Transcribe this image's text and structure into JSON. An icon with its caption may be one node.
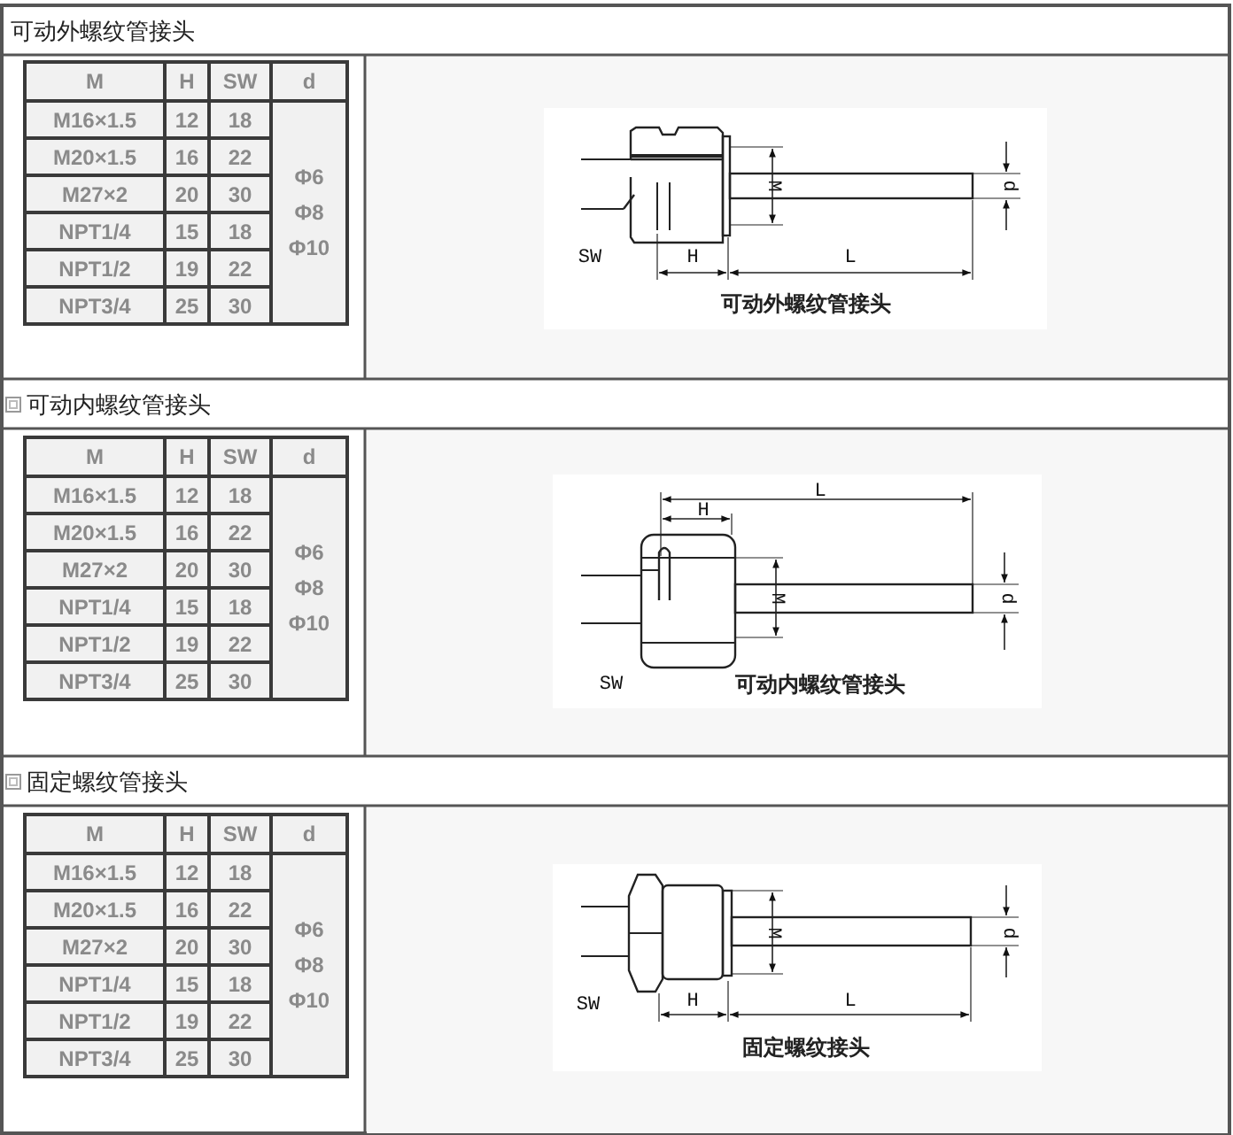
{
  "diagram": {
    "labels": [
      "可动外螺纹管接头",
      "M",
      "H",
      "SW",
      "d",
      "M16×1.5",
      "12",
      "18",
      "Φ6 Φ8 Φ10",
      "M20×1.5",
      "16",
      "22",
      "M27×2",
      "20",
      "30",
      "NPT1/4",
      "15",
      "18",
      "NPT1/2",
      "19",
      "22",
      "NPT3/4",
      "25",
      "30",
      "M",
      "d",
      "SW",
      "H",
      "L",
      "可动外螺纹管接头",
      "可动内螺纹管接头",
      "M",
      "H",
      "SW",
      "d",
      "M16×1.5",
      "12",
      "18",
      "Φ6 Φ8 Φ10",
      "M20×1.5",
      "16",
      "22",
      "M27×2",
      "20",
      "30",
      "NPT1/4",
      "15",
      "18",
      "NPT1/2",
      "19",
      "22",
      "NPT3/4",
      "25",
      "30",
      "L",
      "H",
      "M",
      "d",
      "SW",
      "可动内螺纹管接头",
      "固定螺纹管接头",
      "M",
      "H",
      "SW",
      "d",
      "M16×1.5",
      "12",
      "18",
      "Φ6 Φ8 Φ10",
      "M20×1.5",
      "16",
      "22",
      "M27×2",
      "20",
      "30",
      "NPT1/4",
      "15",
      "18",
      "NPT1/2",
      "19",
      "22",
      "NPT3/4",
      "25",
      "30",
      "M",
      "d",
      "SW",
      "H",
      "L",
      "固定螺纹接头"
    ]
  }
}
